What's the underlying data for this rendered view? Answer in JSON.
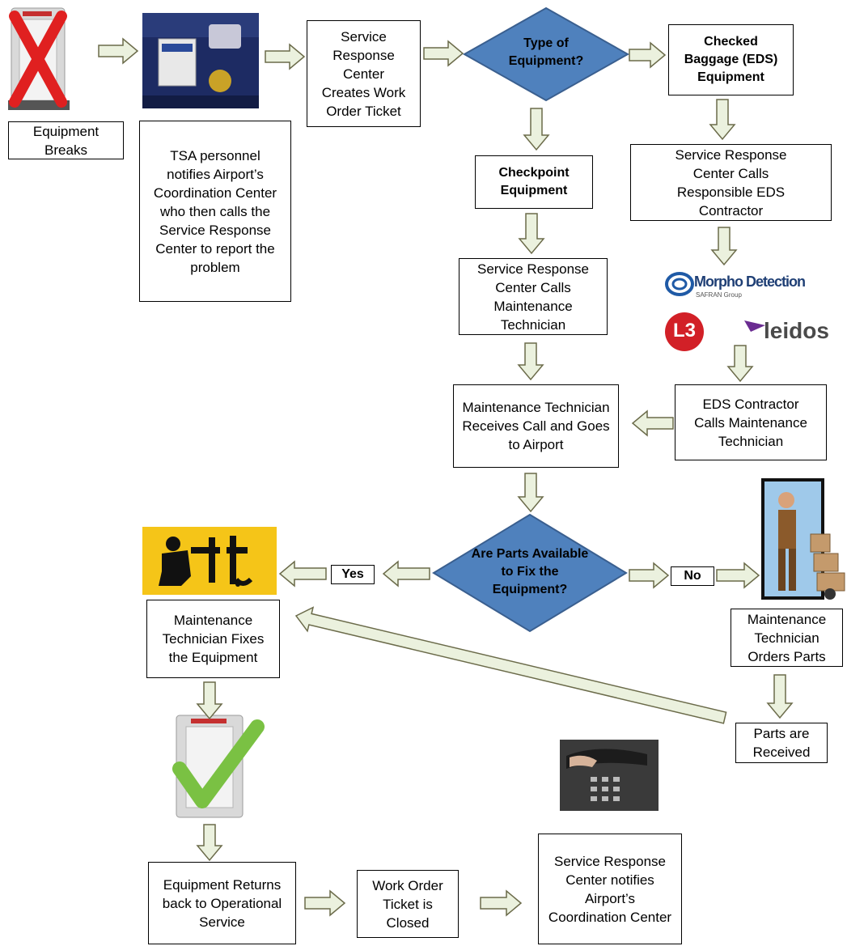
{
  "nodes": {
    "equipment_breaks": "Equipment Breaks",
    "tsa_notifies": "TSA personnel notifies Airport’s Coordination Center who then calls the Service Response Center to report the problem",
    "src_creates_ticket": "Service Response Center Creates Work Order Ticket",
    "type_decision": "Type of Equipment?",
    "checked_baggage": "Checked Baggage (EDS) Equipment",
    "checkpoint": "Checkpoint Equipment",
    "src_calls_eds": "Service Response Center Calls Responsible EDS Contractor",
    "src_calls_tech": "Service Response Center Calls Maintenance Technician",
    "eds_calls_tech": "EDS Contractor Calls Maintenance Technician",
    "tech_receives": "Maintenance Technician Receives Call and Goes to Airport",
    "parts_decision": "Are Parts Available to Fix the Equipment?",
    "yes": "Yes",
    "no": "No",
    "tech_fixes": "Maintenance Technician Fixes the Equipment",
    "tech_orders": "Maintenance Technician Orders Parts",
    "parts_received": "Parts are Received",
    "returns_service": "Equipment Returns back to Operational Service",
    "ticket_closed": "Work Order Ticket is Closed",
    "src_notifies": "Service Response Center notifies Airport’s Coordination Center"
  },
  "logos": {
    "morpho": "Morpho Detection",
    "morpho_sub": "SAFRAN Group",
    "l3": "L3",
    "leidos": "leidos"
  },
  "colors": {
    "diamond": "#4f81bd",
    "diamond_border": "#3a5f8f",
    "arrow_fill": "#ebf1de",
    "arrow_stroke": "#6b6b4a",
    "tools_bg": "#f5c518",
    "red_x": "#e02020",
    "green_check": "#7ac143"
  }
}
